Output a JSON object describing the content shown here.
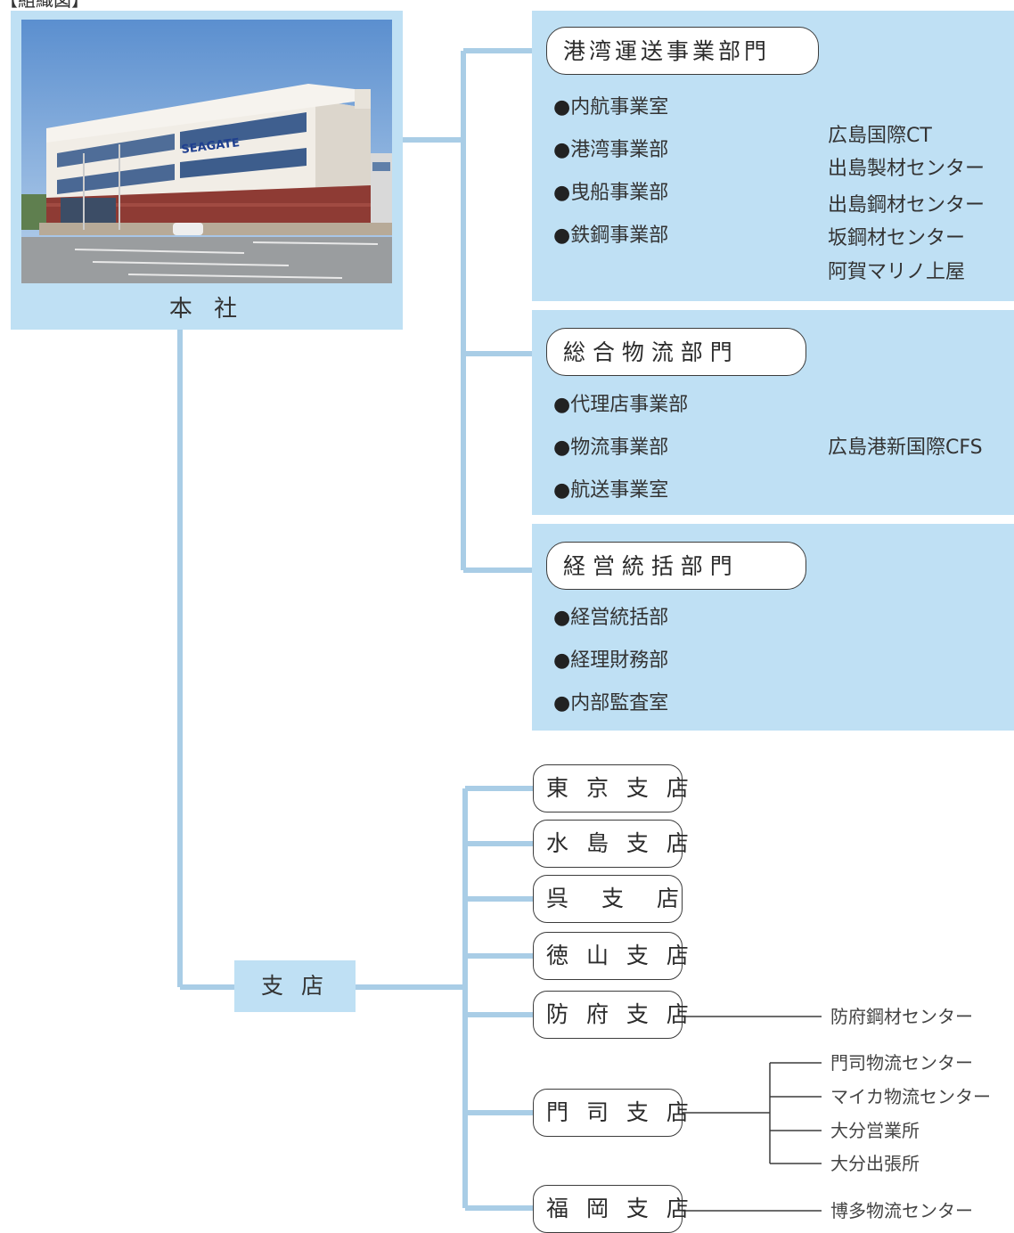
{
  "page_heading": "【組織図】",
  "headquarters": {
    "label": "本 社",
    "photo_sign": "SEAGATE"
  },
  "divisions": [
    {
      "title": "港湾運送事業部門",
      "units": [
        {
          "name": "内航事業室",
          "subs": []
        },
        {
          "name": "港湾事業部",
          "subs": [
            "広島国際CT",
            "出島製材センター"
          ]
        },
        {
          "name": "曳船事業部",
          "subs": []
        },
        {
          "name": "鉄鋼事業部",
          "subs": [
            "出島鋼材センター",
            "坂鋼材センター",
            "阿賀マリノ上屋"
          ]
        }
      ]
    },
    {
      "title": "総 合 物 流 部 門",
      "units": [
        {
          "name": "代理店事業部",
          "subs": []
        },
        {
          "name": "物流事業部",
          "subs": [
            "広島港新国際CFS"
          ]
        },
        {
          "name": "航送事業室",
          "subs": []
        }
      ]
    },
    {
      "title": "経 営 統 括 部 門",
      "units": [
        {
          "name": "経営統括部",
          "subs": []
        },
        {
          "name": "経理財務部",
          "subs": []
        },
        {
          "name": "内部監査室",
          "subs": []
        }
      ]
    }
  ],
  "branches": {
    "label": "支 店",
    "items": [
      {
        "name": "東 京 支 店",
        "offices": []
      },
      {
        "name": "水 島 支 店",
        "offices": []
      },
      {
        "name": "呉　支　店",
        "offices": []
      },
      {
        "name": "徳 山 支 店",
        "offices": []
      },
      {
        "name": "防 府 支 店",
        "offices": [
          "防府鋼材センター"
        ]
      },
      {
        "name": "門 司 支 店",
        "offices": [
          "門司物流センター",
          "マイカ物流センター",
          "大分営業所",
          "大分出張所"
        ]
      },
      {
        "name": "福 岡 支 店",
        "offices": [
          "博多物流センター"
        ]
      }
    ]
  },
  "colors": {
    "panel": "#bfe0f4",
    "connector": "#a9cde6",
    "line": "#3c3c3c"
  }
}
